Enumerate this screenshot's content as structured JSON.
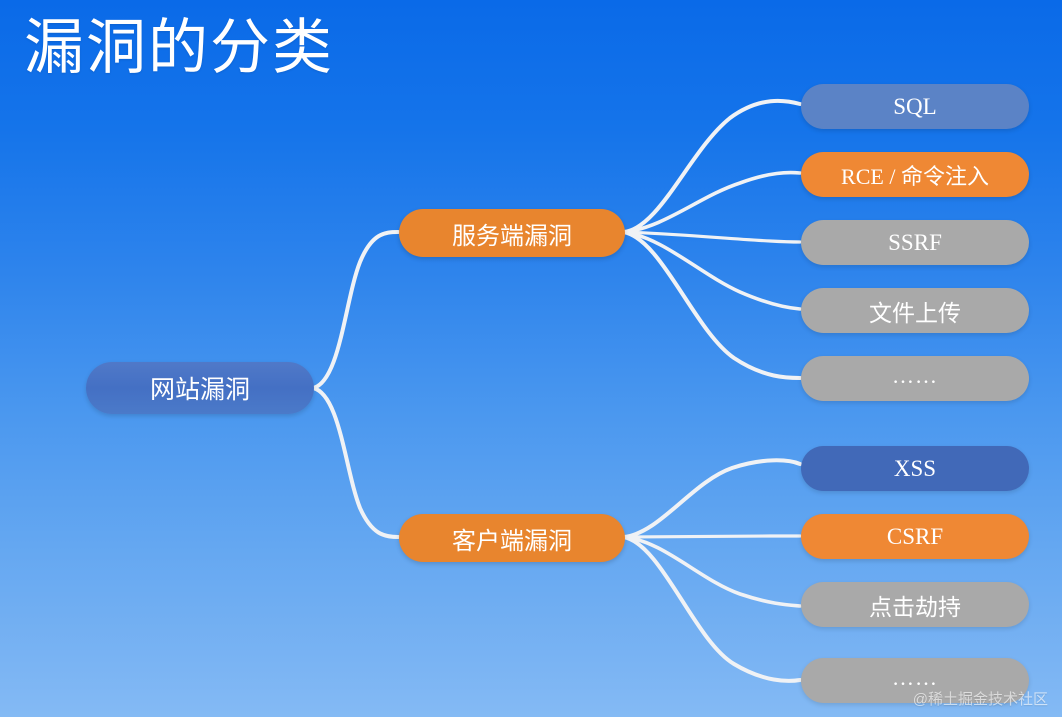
{
  "slide": {
    "title": "漏洞的分类",
    "background_top_color": "#0a6ae8",
    "background_bottom_color": "#84baf4",
    "watermark": "@稀土掘金技术社区"
  },
  "palette": {
    "root_blue": "#4470c4",
    "branch_orange": "#e8852e",
    "leaf_blue_dark": "#4169b8",
    "leaf_blue_muted": "#5b83c6",
    "leaf_orange": "#ef8834",
    "leaf_gray": "#a9a9a9",
    "connector_white": "#f0f2f5",
    "text_white": "#ffffff"
  },
  "mindmap": {
    "root": {
      "label": "网站漏洞",
      "color": "#4470c4"
    },
    "branches": [
      {
        "label": "服务端漏洞",
        "color": "#e8852e",
        "children": [
          {
            "label": "SQL",
            "color": "#5b83c6"
          },
          {
            "label": "RCE / 命令注入",
            "color": "#ef8834"
          },
          {
            "label": "SSRF",
            "color": "#a9a9a9"
          },
          {
            "label": "文件上传",
            "color": "#a9a9a9"
          },
          {
            "label": "……",
            "color": "#a9a9a9"
          }
        ]
      },
      {
        "label": "客户端漏洞",
        "color": "#e8852e",
        "children": [
          {
            "label": "XSS",
            "color": "#4169b8"
          },
          {
            "label": "CSRF",
            "color": "#ef8834"
          },
          {
            "label": "点击劫持",
            "color": "#a9a9a9"
          },
          {
            "label": "……",
            "color": "#a9a9a9"
          }
        ]
      }
    ]
  }
}
